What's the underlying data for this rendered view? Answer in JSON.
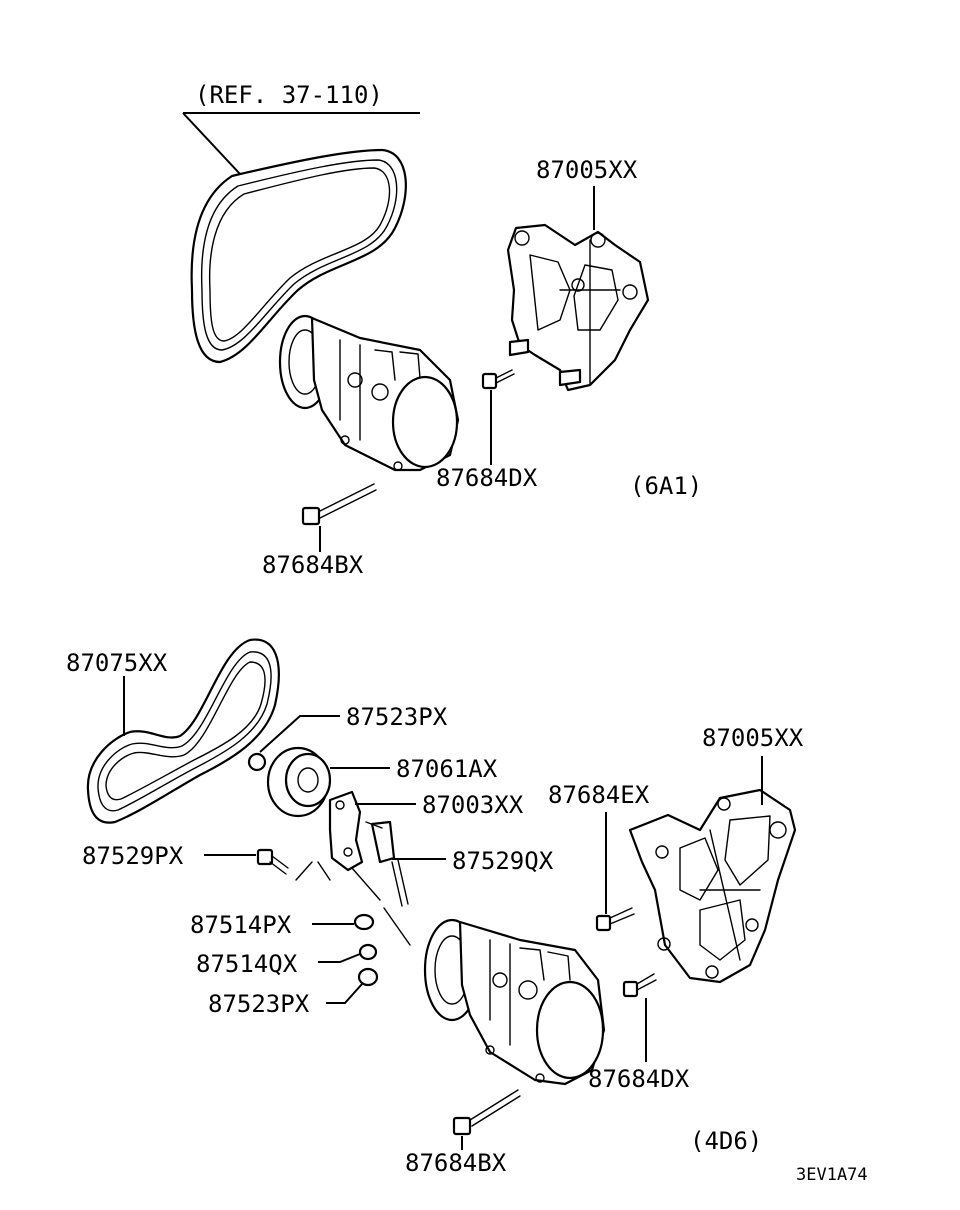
{
  "top_section": {
    "ref_label": "(REF. 37-110)",
    "engine_label": "(6A1)",
    "parts": {
      "bracket": "87005XX",
      "bolt_bracket": "87684DX",
      "bolt_long": "87684BX"
    }
  },
  "bottom_section": {
    "engine_label": "(4D6)",
    "parts": {
      "belt": "87075XX",
      "nut_top": "87523PX",
      "pulley": "87061AX",
      "bracket_tensioner": "87003XX",
      "bolt_tensioner": "87529PX",
      "adjust_bolt": "87529QX",
      "washer_1": "87514PX",
      "washer_2": "87514QX",
      "nut_bottom": "87523PX",
      "bracket": "87005XX",
      "bolt_upper": "87684EX",
      "bolt_lower": "87684DX",
      "bolt_long": "87684BX"
    }
  },
  "diagram_code": "3EV1A74"
}
